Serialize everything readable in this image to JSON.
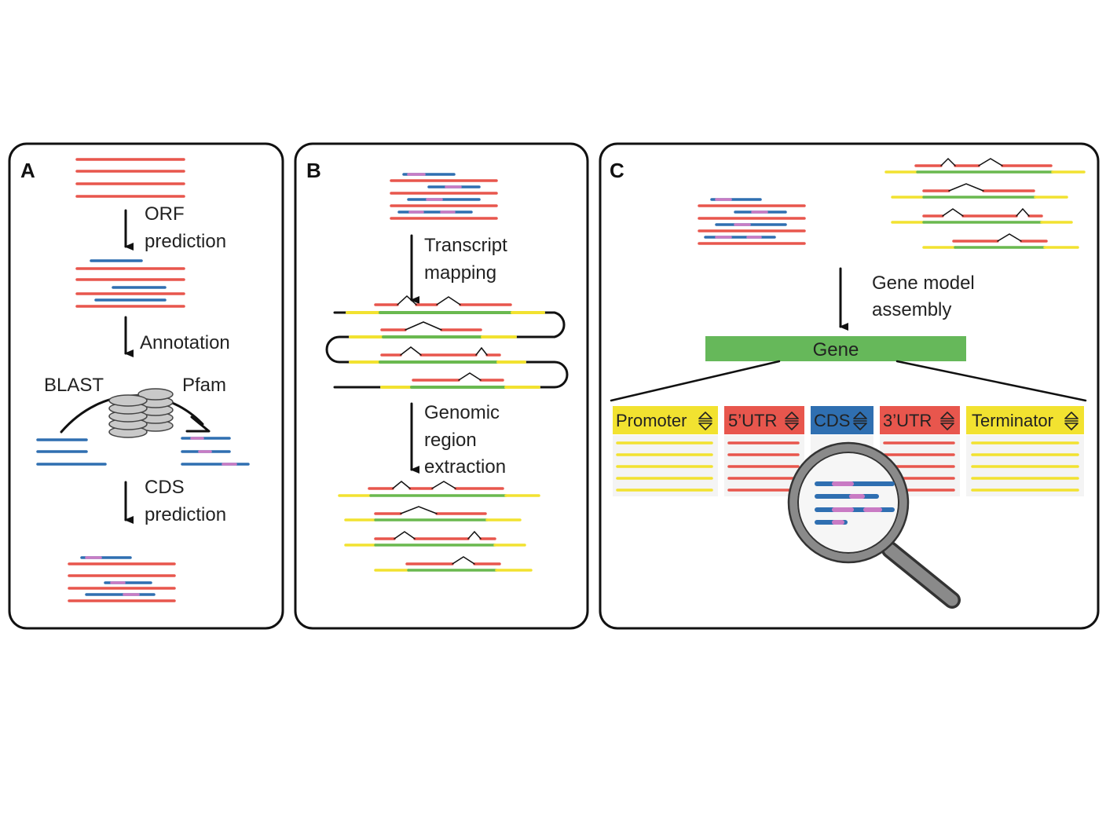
{
  "colors": {
    "transcript": "#e8564d",
    "orf": "#2f6fb1",
    "domain": "#c97bc4",
    "exon": "#6ab94f",
    "utr": "#f2e230",
    "gene_bar": "#66b85a",
    "database": "#c9c9c9",
    "cds_header": "#2f6fb1",
    "utr_header": "#e8564d",
    "promoter_header": "#f2e230"
  },
  "panels": {
    "a": {
      "letter": "A",
      "step1_line1": "ORF",
      "step1_line2": "prediction",
      "step2": "Annotation",
      "blast": "BLAST",
      "pfam": "Pfam",
      "step3_line1": "CDS",
      "step3_line2": "prediction"
    },
    "b": {
      "letter": "B",
      "step1_line1": "Transcript",
      "step1_line2": "mapping",
      "step2_line1": "Genomic",
      "step2_line2": "region",
      "step2_line3": "extraction"
    },
    "c": {
      "letter": "C",
      "step1_line1": "Gene model",
      "step1_line2": "assembly",
      "gene": "Gene",
      "headers": {
        "promoter": "Promoter",
        "utr5": "5’UTR",
        "cds": "CDS",
        "utr3": "3’UTR",
        "terminator": "Terminator"
      },
      "sort_icon": "sort-up-down-icon",
      "magnifier_icon": "magnifying-glass-icon",
      "database_icon": "database-disks-icon"
    }
  }
}
